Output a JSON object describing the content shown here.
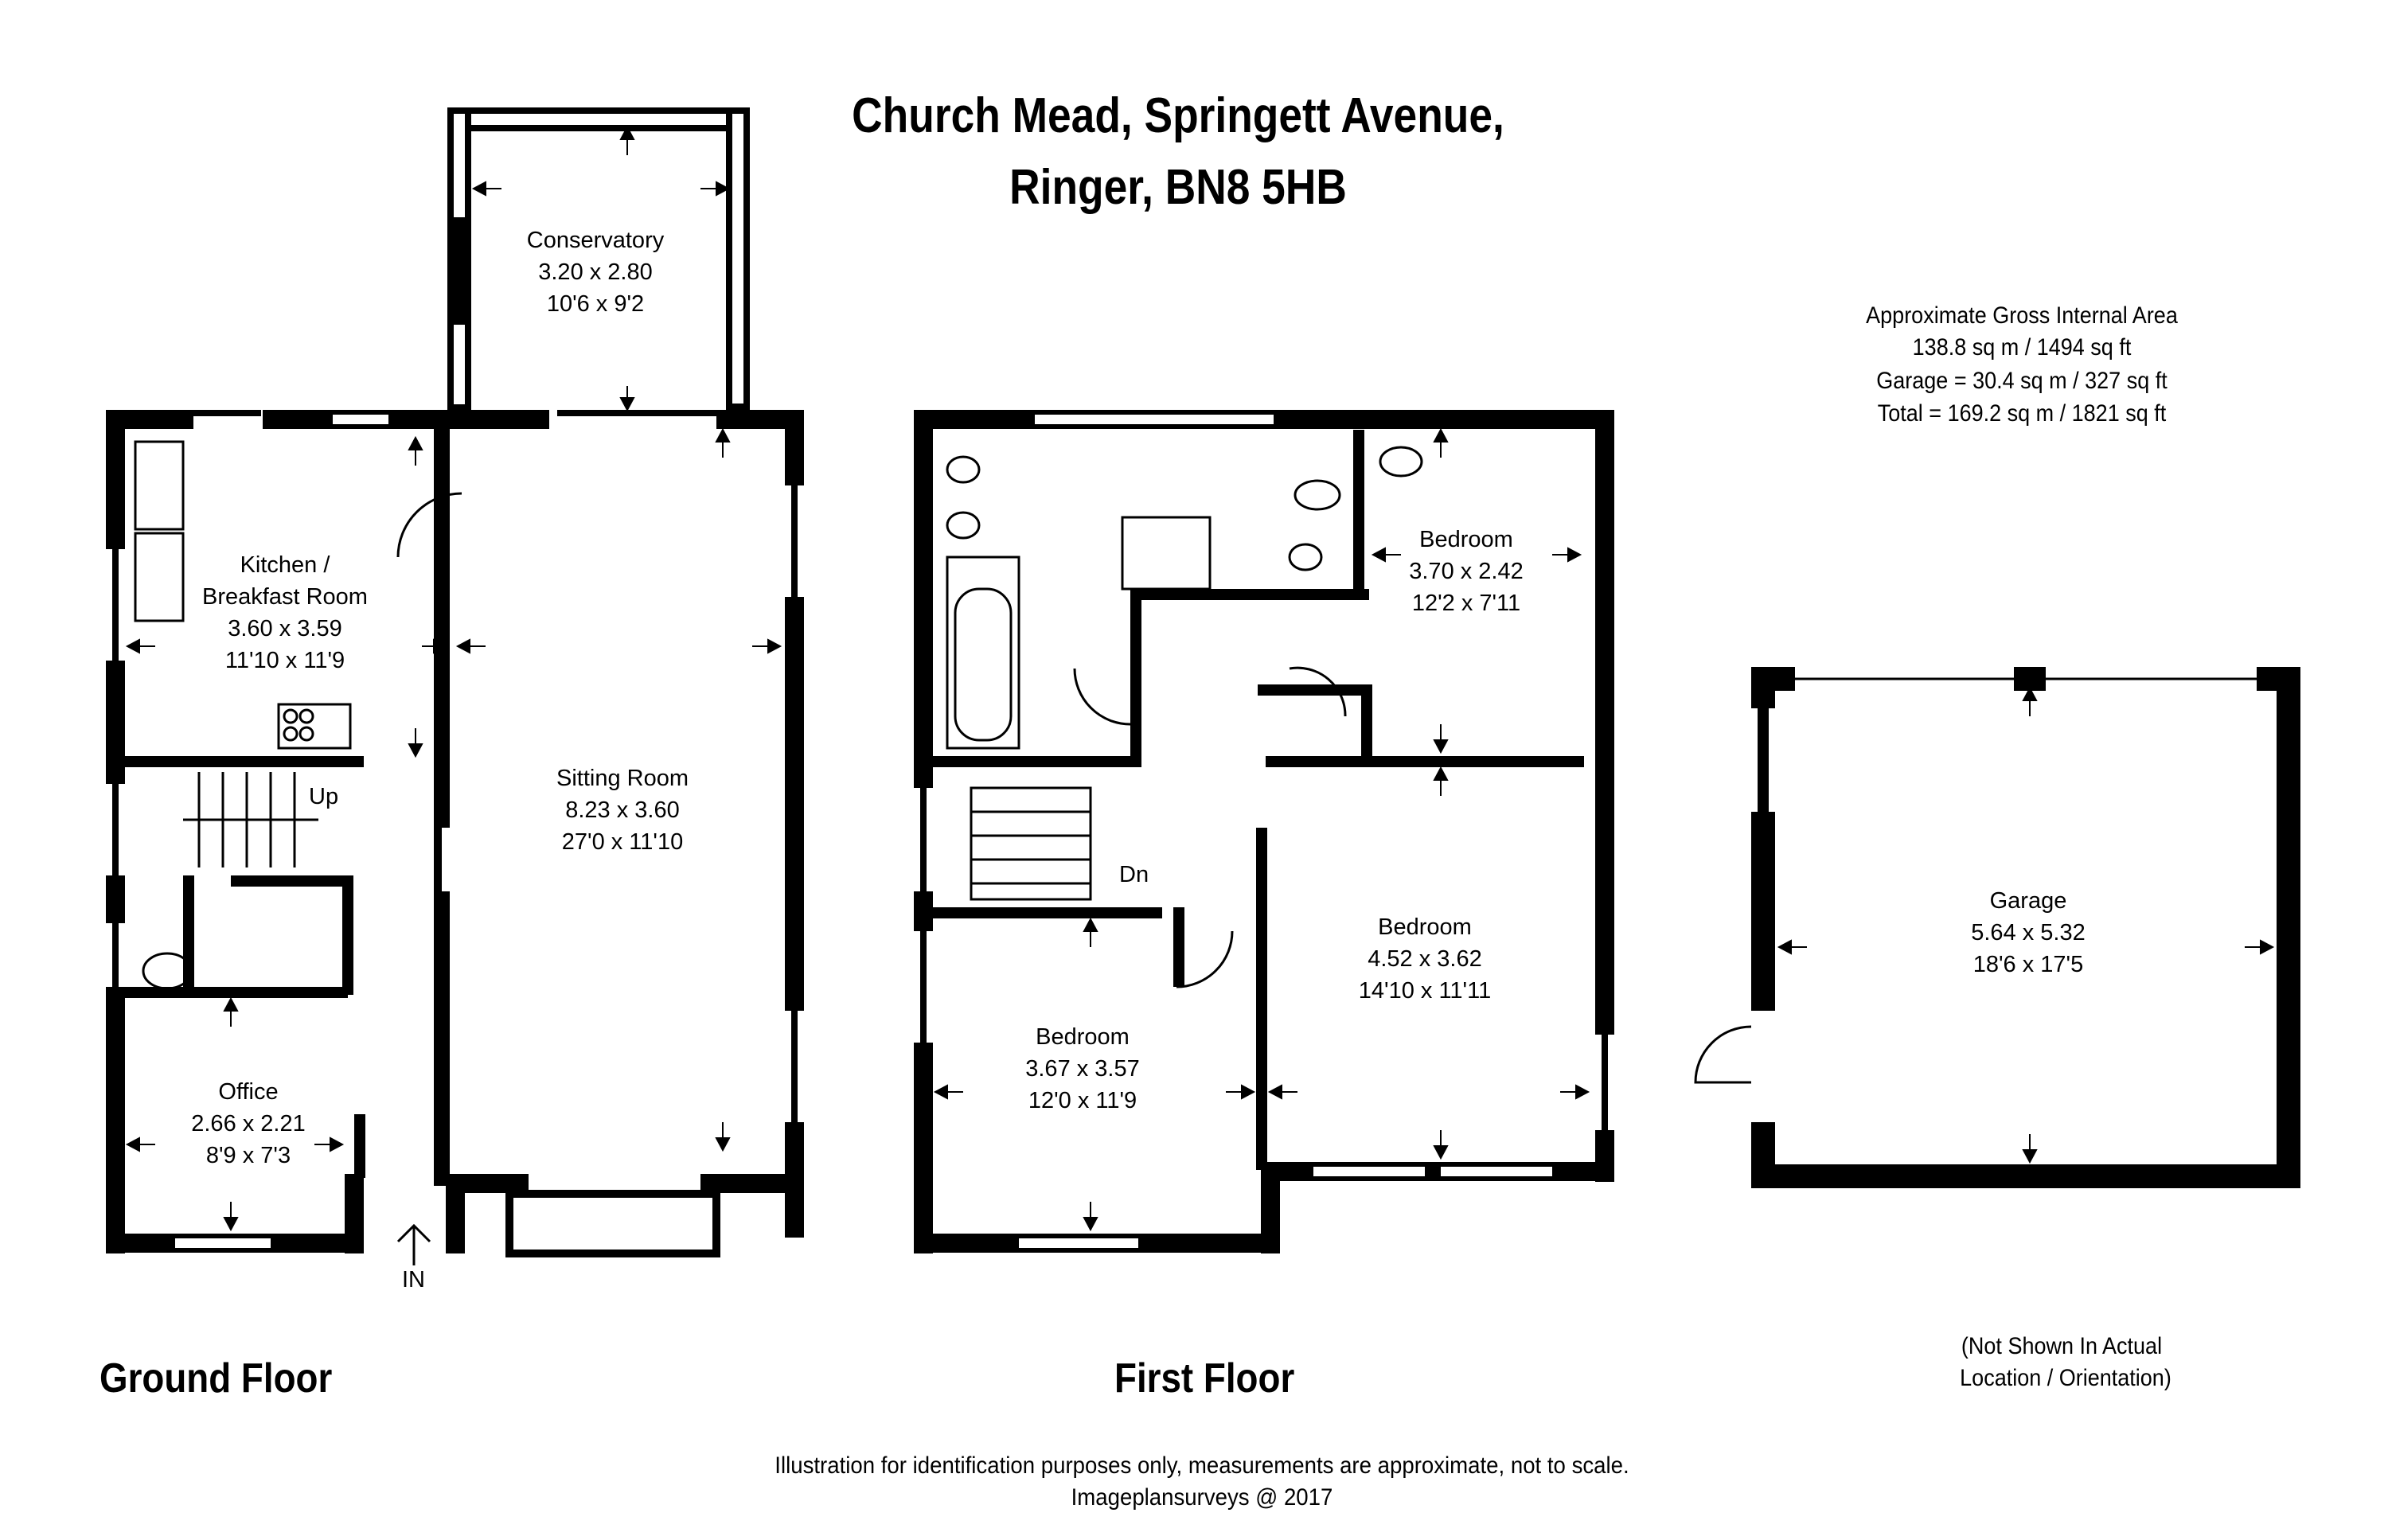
{
  "title": {
    "line1": "Church Mead, Springett Avenue,",
    "line2": "Ringer, BN8 5HB"
  },
  "area": {
    "heading": "Approximate Gross Internal Area",
    "main": "138.8 sq m / 1494 sq ft",
    "garage": "Garage = 30.4 sq m / 327 sq ft",
    "total": "Total = 169.2 sq m / 1821 sq ft"
  },
  "floors": {
    "ground": "Ground Floor",
    "first": "First Floor"
  },
  "rooms": {
    "conservatory": {
      "name": "Conservatory",
      "metric": "3.20 x 2.80",
      "imperial": "10'6 x 9'2"
    },
    "kitchen": {
      "name1": "Kitchen /",
      "name2": "Breakfast Room",
      "metric": "3.60 x 3.59",
      "imperial": "11'10 x 11'9"
    },
    "sitting": {
      "name": "Sitting Room",
      "metric": "8.23 x 3.60",
      "imperial": "27'0 x 11'10"
    },
    "office": {
      "name": "Office",
      "metric": "2.66 x 2.21",
      "imperial": "8'9 x 7'3"
    },
    "bedroom_small": {
      "name": "Bedroom",
      "metric": "3.70 x 2.42",
      "imperial": "12'2 x 7'11"
    },
    "bedroom_mid": {
      "name": "Bedroom",
      "metric": "4.52 x 3.62",
      "imperial": "14'10 x 11'11"
    },
    "bedroom_front": {
      "name": "Bedroom",
      "metric": "3.67 x 3.57",
      "imperial": "12'0 x 11'9"
    },
    "garage": {
      "name": "Garage",
      "metric": "5.64 x 5.32",
      "imperial": "18'6 x 17'5"
    }
  },
  "labels": {
    "up": "Up",
    "down": "Dn",
    "entrance": "IN"
  },
  "garage_note": {
    "line1": "(Not Shown In Actual",
    "line2": "Location / Orientation)"
  },
  "footer": {
    "disclaimer": "Illustration for identification purposes only, measurements are approximate, not to scale.",
    "credit": "Imageplansurveys @ 2017"
  },
  "colors": {
    "wall": "#000000",
    "background": "#ffffff"
  }
}
